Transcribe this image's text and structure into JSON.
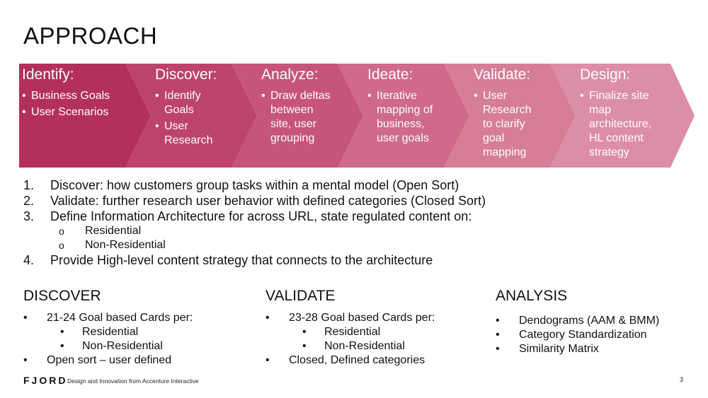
{
  "title": "APPROACH",
  "chevrons": [
    {
      "heading": "Identify:",
      "color": "#b3305a",
      "bullets": [
        "Business Goals",
        "User Scenarios"
      ]
    },
    {
      "heading": "Discover:",
      "color": "#bd436a",
      "bullets": [
        "Identify Goals",
        "User Research"
      ]
    },
    {
      "heading": "Analyze:",
      "color": "#c65579",
      "bullets": [
        "Draw deltas between site, user grouping"
      ]
    },
    {
      "heading": "Ideate:",
      "color": "#cf6a8a",
      "bullets": [
        "Iterative mapping of business, user goals"
      ]
    },
    {
      "heading": "Validate:",
      "color": "#d67d98",
      "bullets": [
        "User Research to clarify goal mapping"
      ]
    },
    {
      "heading": "Design:",
      "color": "#dc8ea6",
      "bullets": [
        "Finalize site map architecture, HL content strategy"
      ]
    }
  ],
  "steps": [
    {
      "num": "1.",
      "text": "Discover: how customers group tasks within a mental model (Open Sort)"
    },
    {
      "num": "2.",
      "text": "Validate: further research user behavior with defined categories (Closed Sort)"
    },
    {
      "num": "3.",
      "text": "Define Information Architecture for across URL, state regulated content on:"
    },
    {
      "num": "4.",
      "text": "Provide High-level content strategy that connects to the architecture"
    }
  ],
  "step3_sub": {
    "marker": "o",
    "items": [
      "Residential",
      "Non-Residential"
    ]
  },
  "columns": {
    "discover": {
      "heading": "DISCOVER",
      "b1": "21-24 Goal based Cards per:",
      "s1": "Residential",
      "s2": "Non-Residential",
      "b2": "Open sort – user defined"
    },
    "validate": {
      "heading": "VALIDATE",
      "b1": "23-28 Goal based Cards per:",
      "s1": "Residential",
      "s2": "Non-Residential",
      "b2": "Closed, Defined categories"
    },
    "analysis": {
      "heading": "ANALYSIS",
      "b1": "Dendograms (AAM & BMM)",
      "b2": "Category Standardization",
      "b3": "Similarity Matrix"
    }
  },
  "footer": {
    "logo": "FJORD",
    "tagline": "Design and Innovation from Accenture Interactive",
    "page": "3"
  }
}
